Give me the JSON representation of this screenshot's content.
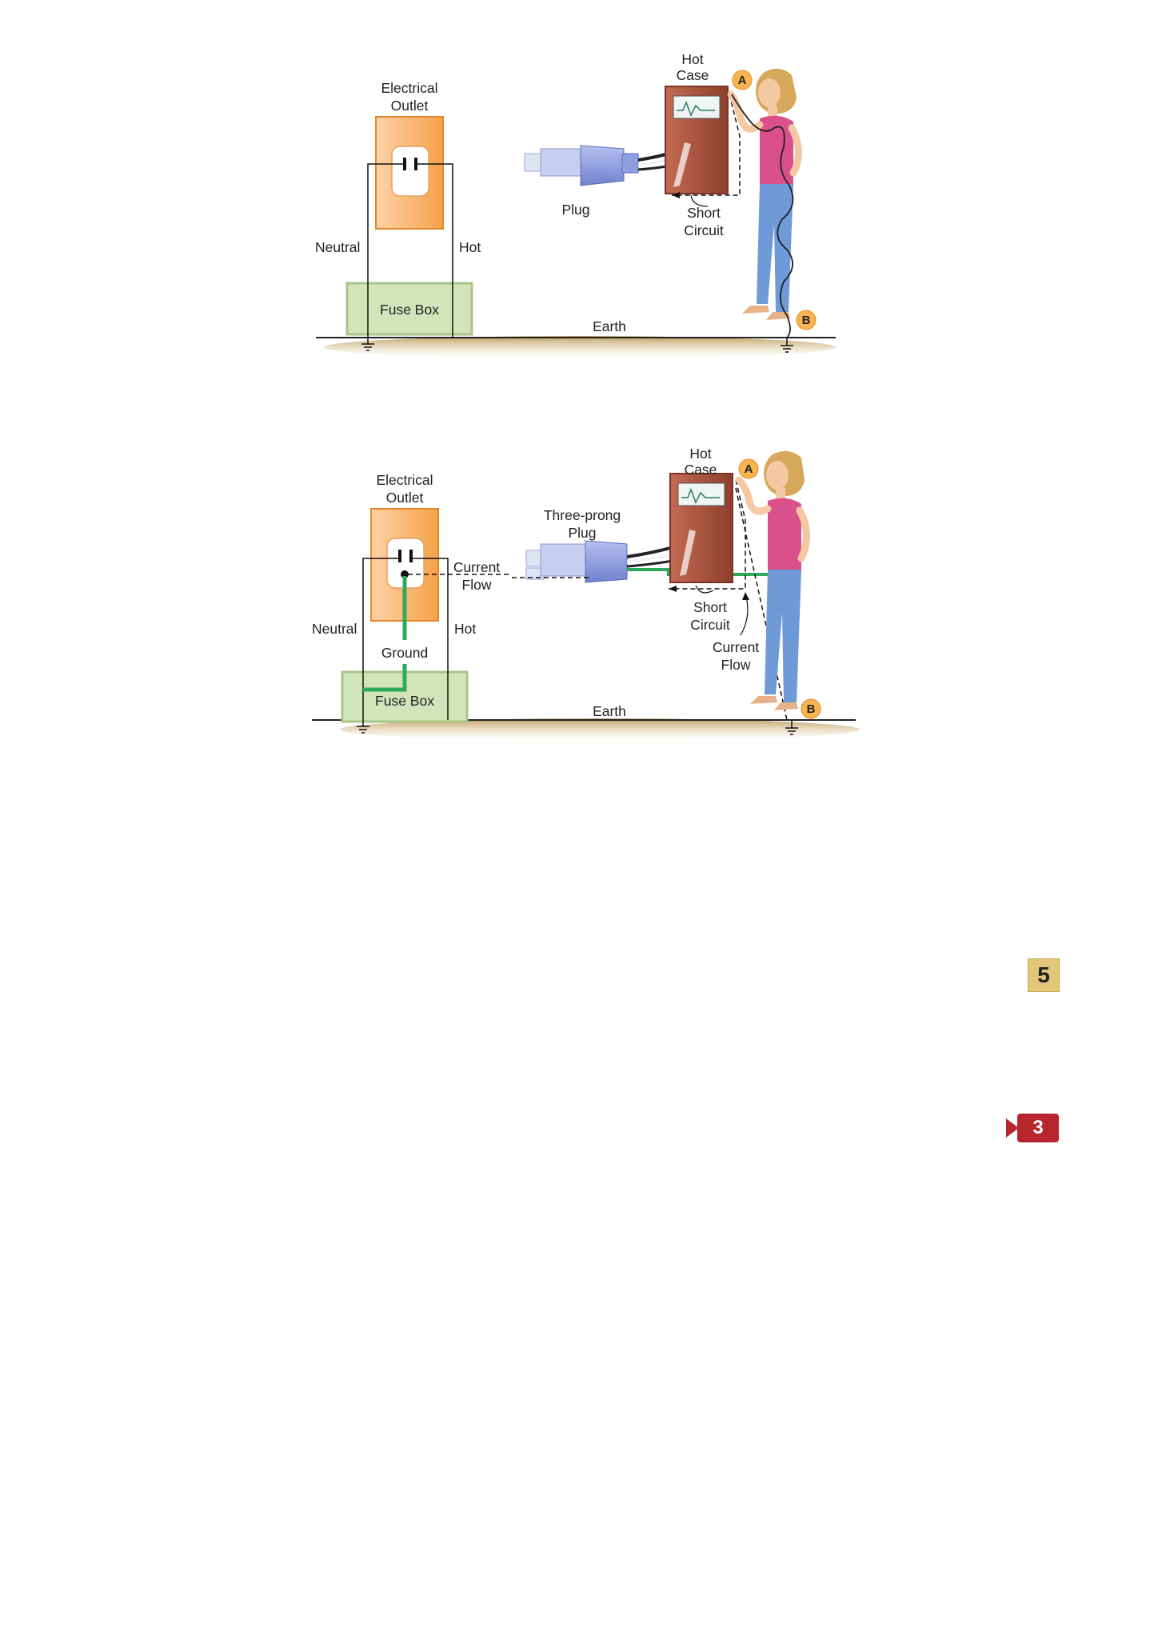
{
  "figure_top": {
    "labels": {
      "outlet": [
        "Electrical",
        "Outlet"
      ],
      "neutral": "Neutral",
      "hot": "Hot",
      "fuse_box": "Fuse Box",
      "plug": "Plug",
      "hot_case": [
        "Hot",
        "Case"
      ],
      "short_circuit": [
        "Short",
        "Circuit"
      ],
      "earth": "Earth",
      "point_a": "A",
      "point_b": "B"
    }
  },
  "figure_bottom": {
    "labels": {
      "outlet": [
        "Electrical",
        "Outlet"
      ],
      "neutral": "Neutral",
      "hot": "Hot",
      "ground": "Ground",
      "fuse_box": "Fuse Box",
      "plug": [
        "Three-prong",
        "Plug"
      ],
      "current_flow_left": [
        "Current",
        "Flow"
      ],
      "hot_case": [
        "Hot",
        "Case"
      ],
      "short_circuit": [
        "Short",
        "Circuit"
      ],
      "current_flow_right": [
        "Current",
        "Flow"
      ],
      "earth": "Earth",
      "point_a": "A",
      "point_b": "B"
    }
  },
  "badges": {
    "page_number": "5",
    "video_number": "3"
  },
  "colors": {
    "outlet_orange": "#f5a24a",
    "fuse_box_green": "#c8dcaa",
    "ground_wire_green": "#2eaa5c",
    "case_brown": "#b05a44",
    "plug_blue": "#8f9ee0",
    "earth_tan": "#b99a5a",
    "skin": "#f4c8a2",
    "top_pink": "#d9508a",
    "jeans_blue": "#6f9ad8",
    "hair": "#d8a85a",
    "badge_gold": "#e2c77a",
    "badge_red": "#b8262d"
  }
}
